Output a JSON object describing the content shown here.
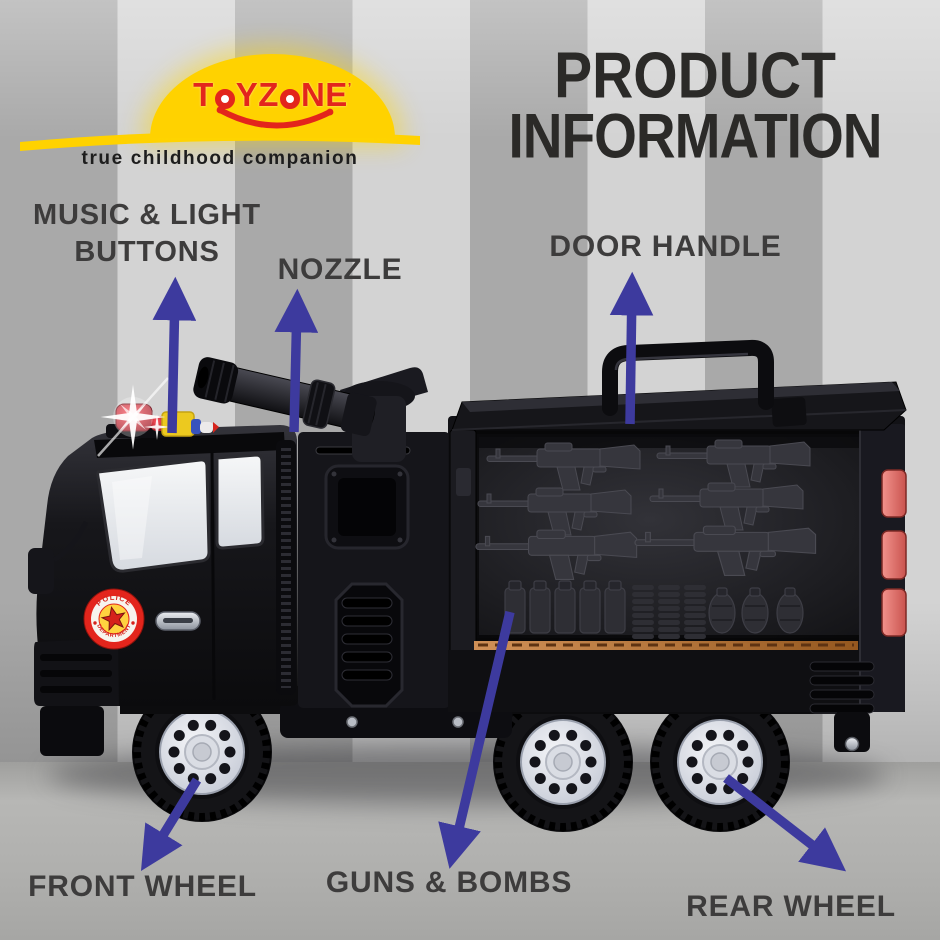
{
  "brand": {
    "name": "TOYZONE",
    "name_parts": {
      "p1": "T",
      "p3": "YZ",
      "p5": "NE"
    },
    "trademark": "’",
    "tagline": "true childhood companion"
  },
  "title": {
    "line1": "PRODUCT",
    "line2": "INFORMATION"
  },
  "callouts": {
    "music_light_line1": "MUSIC & LIGHT",
    "music_light_line2": "BUTTONS",
    "nozzle": "NOZZLE",
    "door_handle": "DOOR HANDLE",
    "front_wheel": "FRONT WHEEL",
    "guns_bombs": "GUNS & BOMBS",
    "rear_wheel": "REAR WHEEL"
  },
  "truck": {
    "type": "toy police weapons truck",
    "badge": {
      "top": "POLICE",
      "bottom": "DEPARTMENT"
    }
  },
  "colors": {
    "arrow": "#3d3a9e",
    "label_text": "#3d3c3c",
    "title_text": "#2b2a28",
    "brand_red": "#e3251c",
    "brand_yellow": "#ffd200",
    "stripe_dark": "#a9a9a9",
    "stripe_light": "#d3d3d3",
    "truck_black": "#121215",
    "red_latch": "#e4706c"
  }
}
